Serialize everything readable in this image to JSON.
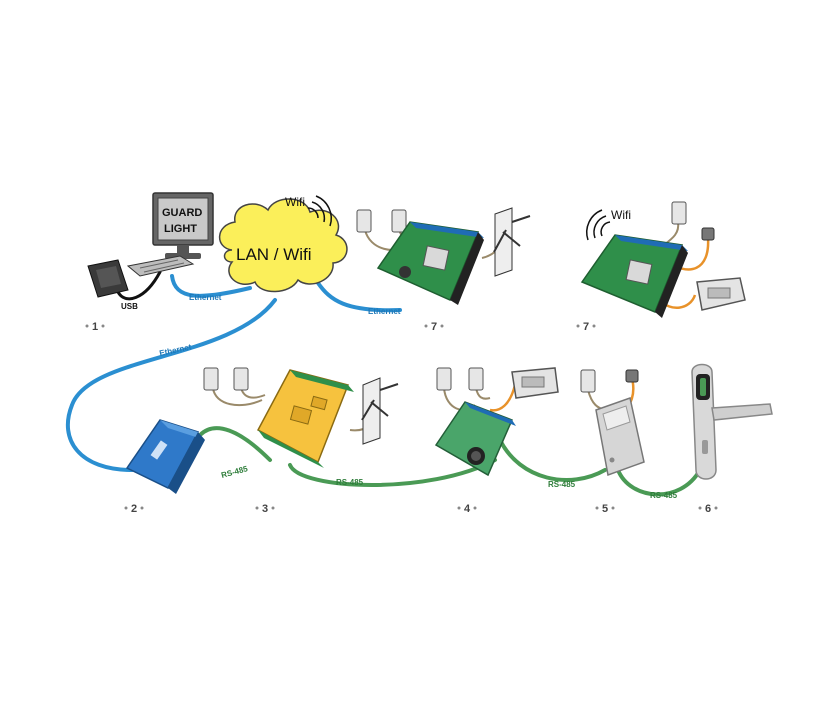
{
  "cloud_label": "LAN / Wifi",
  "monitor_text_1": "GUARD",
  "monitor_text_2": "LIGHT",
  "wifi_labels": [
    "Wifi",
    "Wifi"
  ],
  "usb_label": "USB",
  "ethernet_labels": [
    "Ethernet",
    "Ethernet",
    "Ethernet"
  ],
  "rs485_labels": [
    "RS-485",
    "RS-485",
    "RS-485",
    "RS-485"
  ],
  "numbers": [
    "1",
    "7",
    "7",
    "2",
    "3",
    "4",
    "5",
    "6"
  ],
  "colors": {
    "ethernet_cable": "#2b8fd1",
    "rs485_cable": "#4a9a55",
    "sensor_wire": "#9a8a6a",
    "orange_wire": "#e8922a",
    "cloud_fill": "#fbef5a",
    "board_green": "#2f8f4a",
    "board_yellow": "#f6c23e",
    "converter_blue": "#2f79c9"
  }
}
